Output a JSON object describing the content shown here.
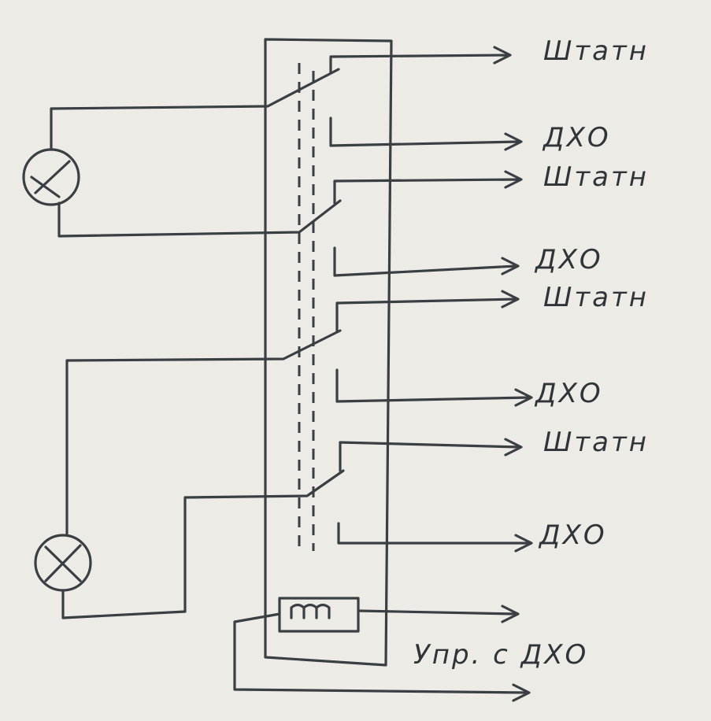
{
  "outputs": [
    {
      "label": "Штатн"
    },
    {
      "label": "ДХО"
    },
    {
      "label": "Штатн"
    },
    {
      "label": "ДХО"
    },
    {
      "label": "Штатн"
    },
    {
      "label": "ДХО"
    },
    {
      "label": "Штатн"
    },
    {
      "label": "ДХО"
    }
  ],
  "control": {
    "label": "Упр. с ДХО"
  }
}
